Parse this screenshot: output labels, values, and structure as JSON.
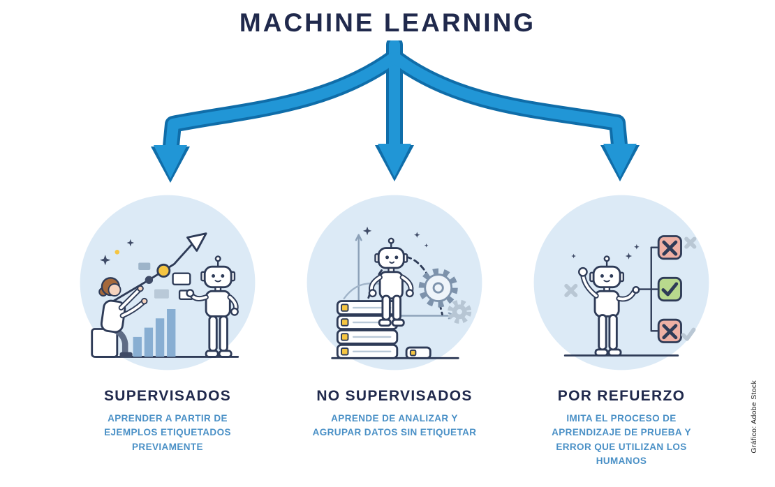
{
  "title": "MACHINE LEARNING",
  "credit": "Gráfico: Adobe Stock",
  "colors": {
    "arrow_blue": "#2196d6",
    "arrow_outline": "#0f6da9",
    "title_navy": "#20294c",
    "description_blue": "#4a90c6",
    "circle_background": "#dceaf6",
    "outline_dark": "#2e3b57",
    "success_green": "#b8d98d",
    "error_red": "#eeb0a4",
    "accent_yellow": "#f5c542"
  },
  "branches": [
    {
      "id": "supervised",
      "heading": "SUPERVISADOS",
      "description": "APRENDER A PARTIR DE EJEMPLOS ETIQUETADOS PREVIAMENTE",
      "illustration_icons": [
        "person-icon",
        "robot-icon",
        "growth-arrow-icon",
        "bar-chart-icon",
        "sparkle-icon"
      ]
    },
    {
      "id": "unsupervised",
      "heading": "NO SUPERVISADOS",
      "description": "APRENDE DE ANALIZAR Y AGRUPAR DATOS SIN ETIQUETAR",
      "illustration_icons": [
        "robot-icon",
        "server-stack-icon",
        "bell-curve-icon",
        "gear-icon",
        "sparkle-icon"
      ]
    },
    {
      "id": "reinforcement",
      "heading": "POR REFUERZO",
      "description": "IMITA EL PROCESO DE APRENDIZAJE DE PRUEBA Y ERROR QUE UTILIZAN LOS HUMANOS",
      "illustration_icons": [
        "robot-icon",
        "checkbox-x-icon",
        "checkbox-check-icon",
        "sparkle-icon"
      ]
    }
  ]
}
